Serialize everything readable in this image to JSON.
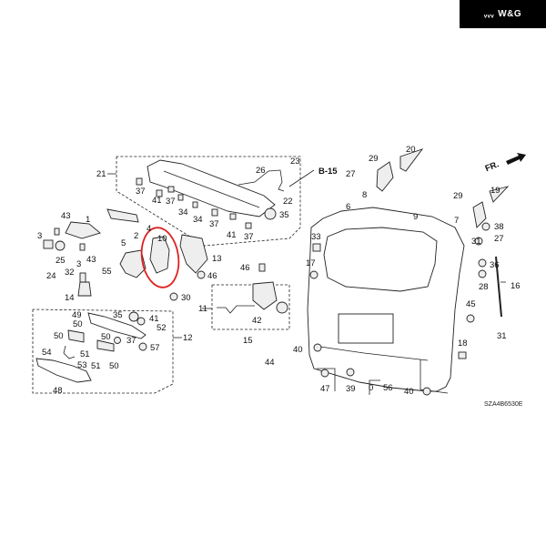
{
  "brand": {
    "mark": "ᵥᵥᵥ",
    "name": "W&G"
  },
  "diagram": {
    "title": "Tailgate parts exploded view",
    "code": "SZA4B6530E",
    "direction_label": "FR.",
    "reference_label": "B-15",
    "highlighted_part": "10",
    "callouts": [
      {
        "id": "c21",
        "label": "21"
      },
      {
        "id": "c26",
        "label": "26"
      },
      {
        "id": "c23",
        "label": "23"
      },
      {
        "id": "c22",
        "label": "22"
      },
      {
        "id": "c35a",
        "label": "35"
      },
      {
        "id": "c37a",
        "label": "37"
      },
      {
        "id": "c41a",
        "label": "41"
      },
      {
        "id": "c37b",
        "label": "37"
      },
      {
        "id": "c34a",
        "label": "34"
      },
      {
        "id": "c34b",
        "label": "34"
      },
      {
        "id": "c37c",
        "label": "37"
      },
      {
        "id": "c41b",
        "label": "41"
      },
      {
        "id": "c37d",
        "label": "37"
      },
      {
        "id": "c43a",
        "label": "43"
      },
      {
        "id": "c1",
        "label": "1"
      },
      {
        "id": "c3a",
        "label": "3"
      },
      {
        "id": "c25",
        "label": "25"
      },
      {
        "id": "c3b",
        "label": "3"
      },
      {
        "id": "c43b",
        "label": "43"
      },
      {
        "id": "c24",
        "label": "24"
      },
      {
        "id": "c2",
        "label": "2"
      },
      {
        "id": "c4",
        "label": "4"
      },
      {
        "id": "c5",
        "label": "5"
      },
      {
        "id": "c10",
        "label": "10"
      },
      {
        "id": "c55",
        "label": "55"
      },
      {
        "id": "c13",
        "label": "13"
      },
      {
        "id": "c46a",
        "label": "46"
      },
      {
        "id": "c32",
        "label": "32"
      },
      {
        "id": "c14",
        "label": "14"
      },
      {
        "id": "c30",
        "label": "30"
      },
      {
        "id": "c46b",
        "label": "46"
      },
      {
        "id": "c11",
        "label": "11"
      },
      {
        "id": "c42",
        "label": "42"
      },
      {
        "id": "c15",
        "label": "15"
      },
      {
        "id": "c44",
        "label": "44"
      },
      {
        "id": "c49",
        "label": "49"
      },
      {
        "id": "c35b",
        "label": "35"
      },
      {
        "id": "c41c",
        "label": "41"
      },
      {
        "id": "c52",
        "label": "52"
      },
      {
        "id": "c50a",
        "label": "50"
      },
      {
        "id": "c50b",
        "label": "50"
      },
      {
        "id": "c54",
        "label": "54"
      },
      {
        "id": "c51a",
        "label": "51"
      },
      {
        "id": "c53",
        "label": "53"
      },
      {
        "id": "c50c",
        "label": "50"
      },
      {
        "id": "c37e",
        "label": "37"
      },
      {
        "id": "c57",
        "label": "57"
      },
      {
        "id": "c51b",
        "label": "51"
      },
      {
        "id": "c50d",
        "label": "50"
      },
      {
        "id": "c12",
        "label": "12"
      },
      {
        "id": "c48",
        "label": "48"
      },
      {
        "id": "c20",
        "label": "20"
      },
      {
        "id": "c29a",
        "label": "29"
      },
      {
        "id": "c27a",
        "label": "27"
      },
      {
        "id": "c8",
        "label": "8"
      },
      {
        "id": "c29b",
        "label": "29"
      },
      {
        "id": "c19",
        "label": "19"
      },
      {
        "id": "c7",
        "label": "7"
      },
      {
        "id": "c38",
        "label": "38"
      },
      {
        "id": "c27b",
        "label": "27"
      },
      {
        "id": "c31a",
        "label": "31"
      },
      {
        "id": "c6",
        "label": "6"
      },
      {
        "id": "c9",
        "label": "9"
      },
      {
        "id": "c33",
        "label": "33"
      },
      {
        "id": "c17",
        "label": "17"
      },
      {
        "id": "c36",
        "label": "36"
      },
      {
        "id": "c28",
        "label": "28"
      },
      {
        "id": "c16",
        "label": "16"
      },
      {
        "id": "c45",
        "label": "45"
      },
      {
        "id": "c31b",
        "label": "31"
      },
      {
        "id": "c18",
        "label": "18"
      },
      {
        "id": "c40a",
        "label": "40"
      },
      {
        "id": "c47",
        "label": "47"
      },
      {
        "id": "c39",
        "label": "39"
      },
      {
        "id": "c0",
        "label": "0"
      },
      {
        "id": "c56",
        "label": "56"
      },
      {
        "id": "c40b",
        "label": "40"
      }
    ]
  }
}
